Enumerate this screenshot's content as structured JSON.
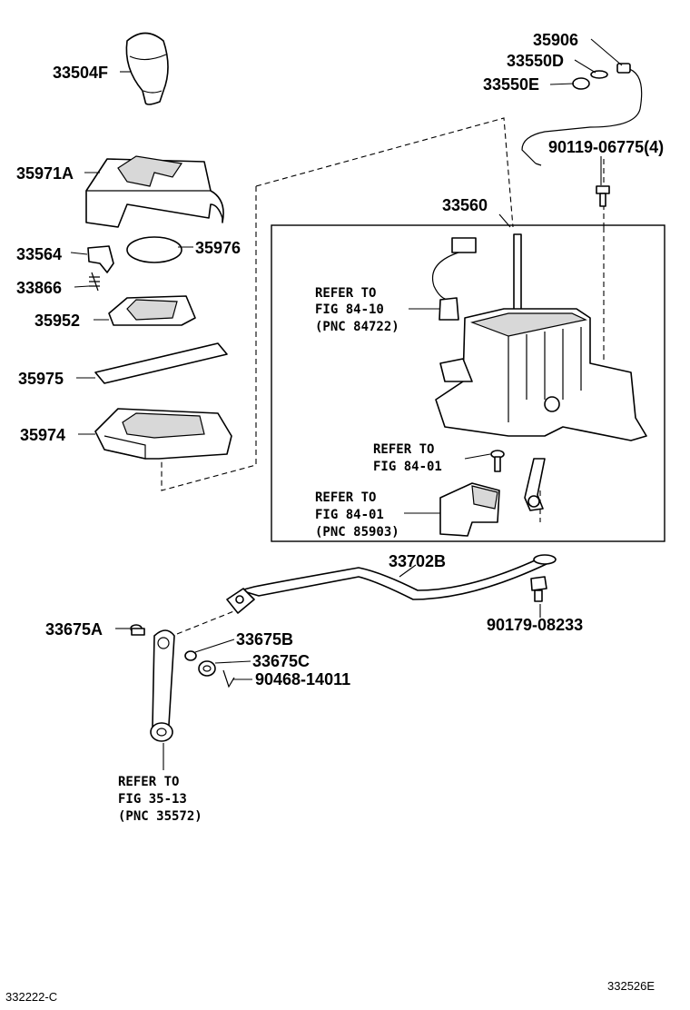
{
  "parts": {
    "p33504F": "33504F",
    "p35906": "35906",
    "p33550D": "33550D",
    "p33550E": "33550E",
    "p90119": "90119-06775(4)",
    "p35971A": "35971A",
    "p35976": "35976",
    "p33564": "33564",
    "p33866": "33866",
    "p35952": "35952",
    "p35975": "35975",
    "p35974": "35974",
    "p33560": "33560",
    "p33702B": "33702B",
    "p90179": "90179-08233",
    "p33675A": "33675A",
    "p33675B": "33675B",
    "p33675C": "33675C",
    "p90468": "90468-14011"
  },
  "refs": {
    "r1": [
      "REFER TO",
      "FIG 84-10",
      "(PNC 84722)"
    ],
    "r2": [
      "REFER TO",
      "FIG 84-01"
    ],
    "r3": [
      "REFER TO",
      "FIG 84-01",
      "(PNC 85903)"
    ],
    "r4": [
      "REFER TO",
      "FIG 35-13",
      "(PNC 35572)"
    ]
  },
  "footer": {
    "left": "332222-C",
    "right": "332526E"
  }
}
